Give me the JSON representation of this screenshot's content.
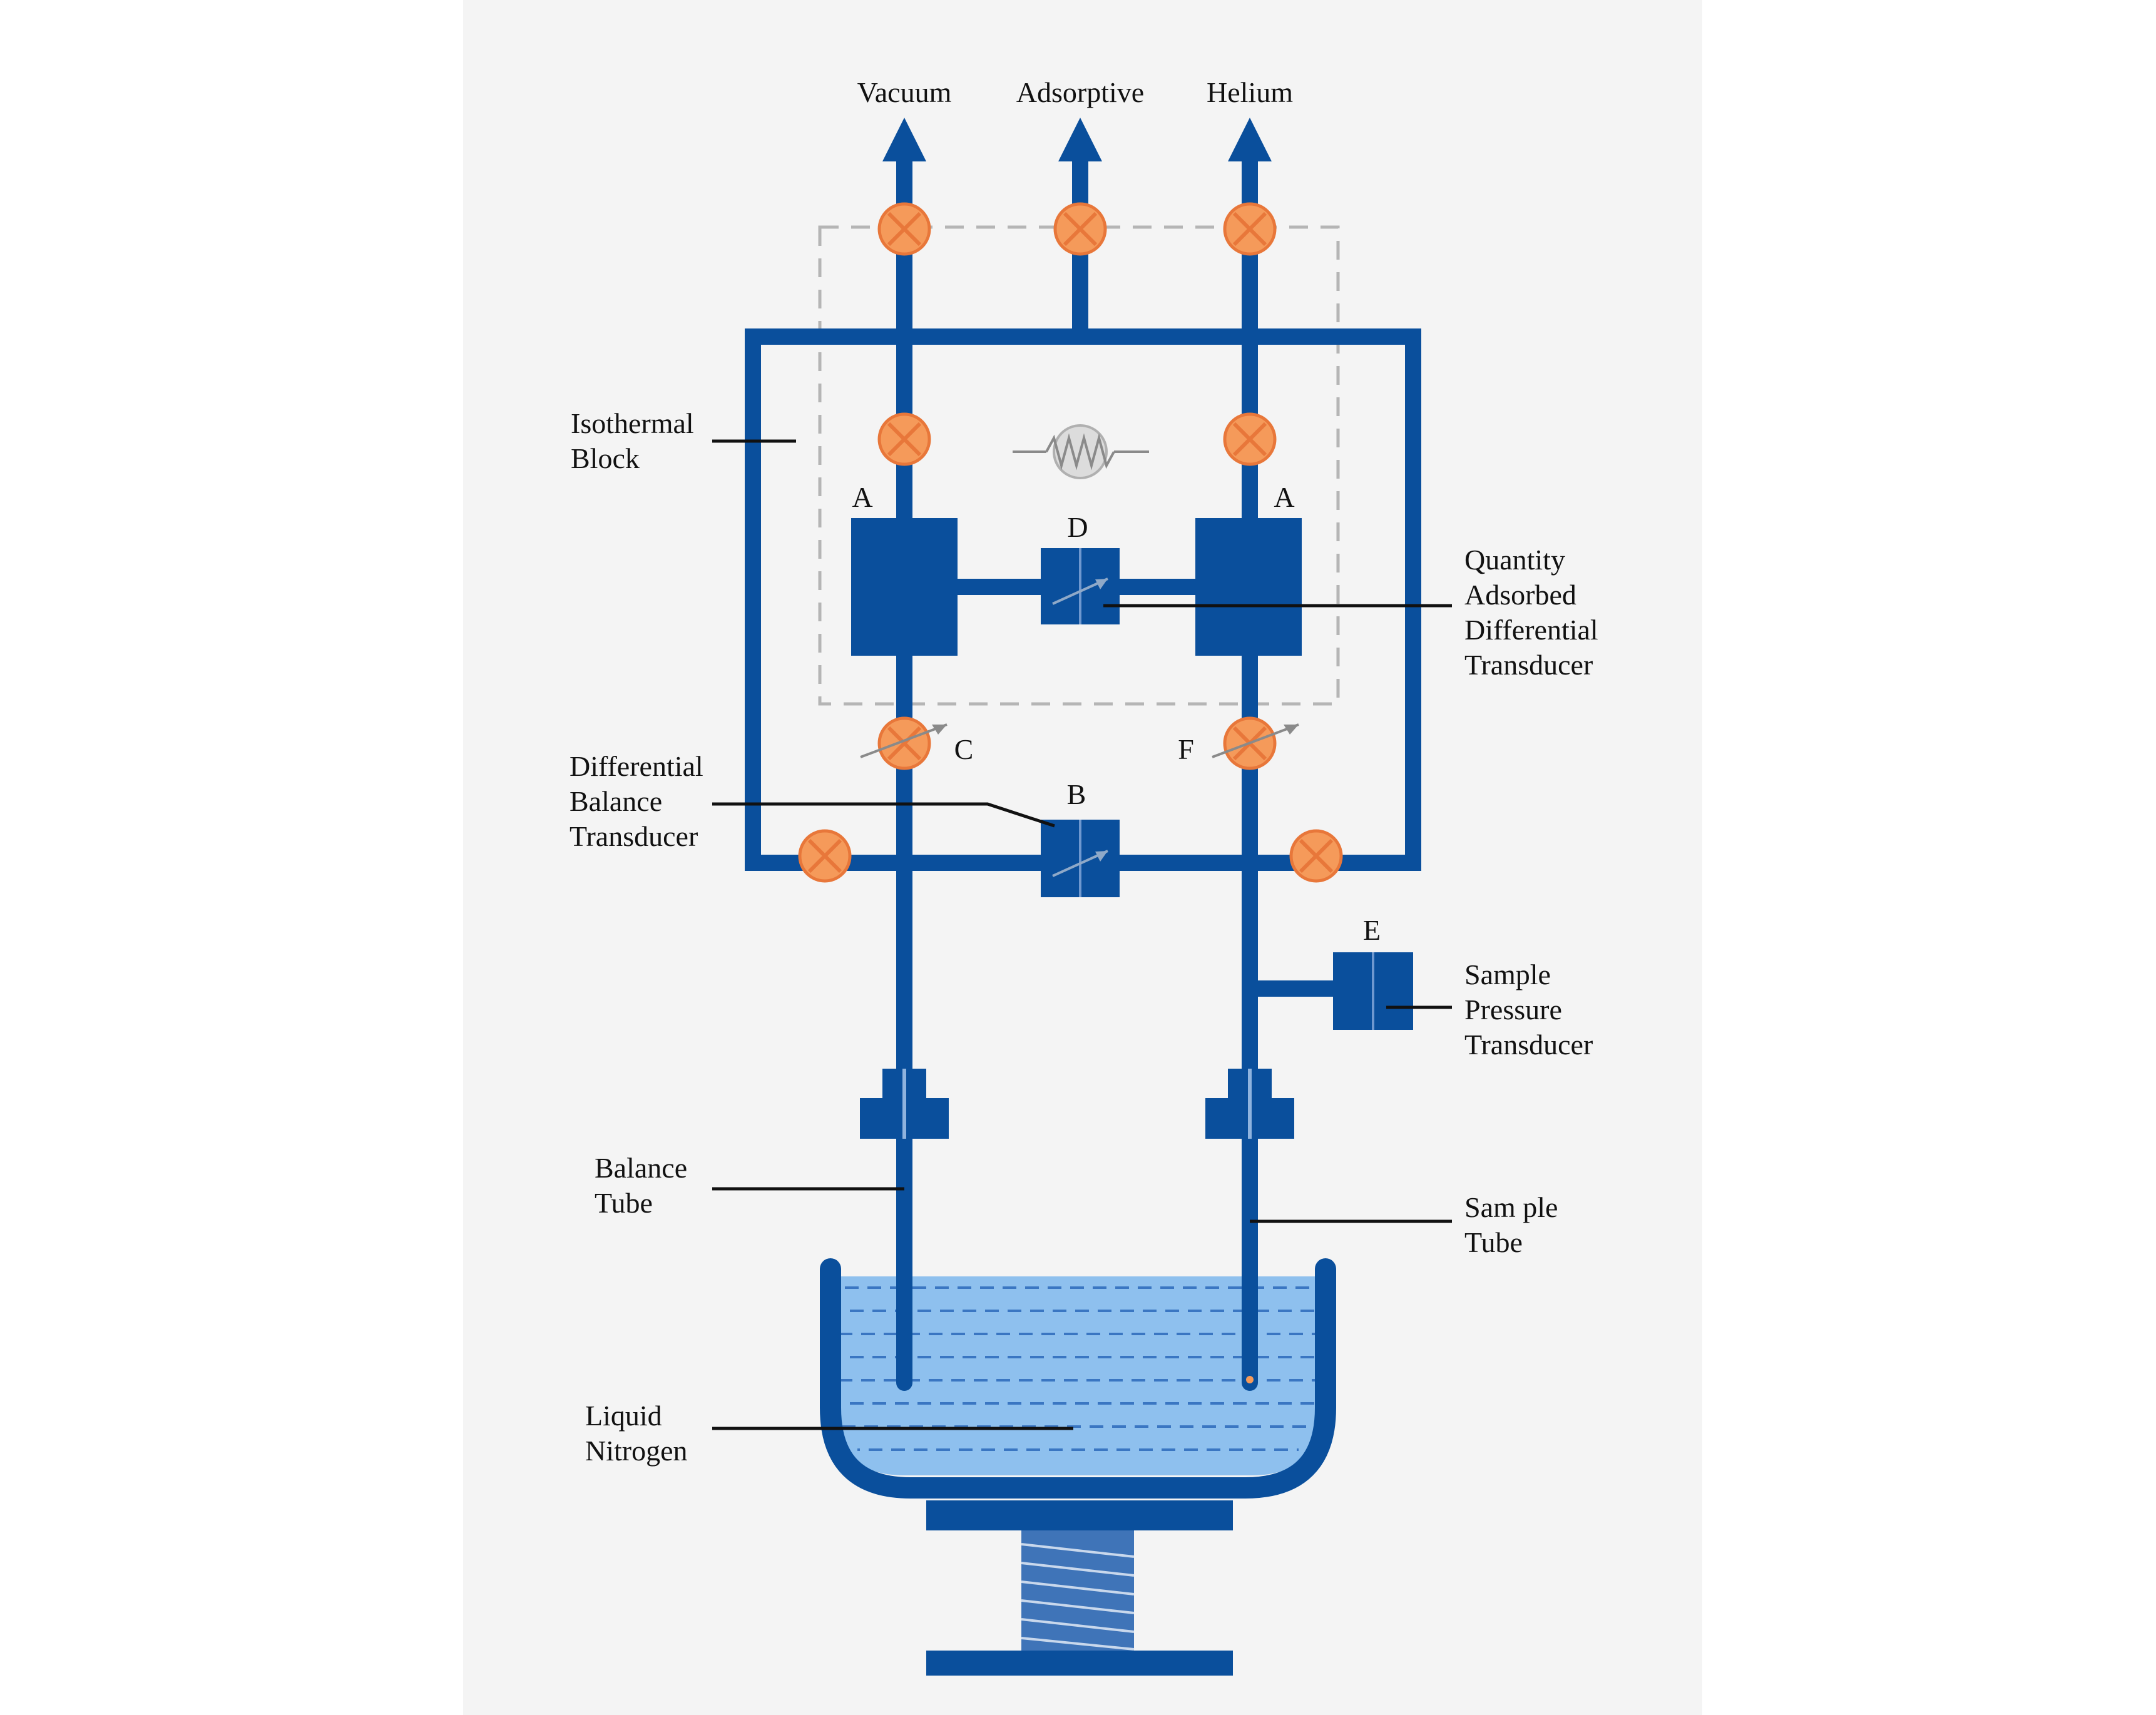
{
  "colors": {
    "page_background": "#ffffff",
    "panel_background": "#f4f4f4",
    "pipe_blue": "#0a4f9c",
    "valve_orange": "#f59a5a",
    "valve_outline": "#e8773a",
    "liquid_fill": "#8ec0ee",
    "liquid_dash": "#3a76c2",
    "dashed_box": "#b5b5b5",
    "leader_line": "#111111",
    "text": "#111111",
    "heater_gray": "#8a8a8a"
  },
  "top_labels": {
    "vacuum": "Vacuum",
    "adsorptive": "Adsorptive",
    "helium": "Helium"
  },
  "callouts": {
    "isothermal_block": [
      "Isothermal",
      "Block"
    ],
    "quantity_adsorbed": [
      "Quantity",
      "Adsorbed",
      "Differential",
      "Transducer"
    ],
    "differential_balance": [
      "Differential",
      "Balance",
      "Transducer"
    ],
    "sample_pressure": [
      "Sample",
      "Pressure",
      "Transducer"
    ],
    "balance_tube": [
      "Balance",
      "Tube"
    ],
    "sample_tube": [
      "Sam ple",
      "Tube"
    ],
    "liquid_nitrogen": [
      "Liquid",
      "Nitrogen"
    ]
  },
  "component_letters": {
    "left_reservoir": "A",
    "right_reservoir": "A",
    "quantity_transducer": "D",
    "left_metering_valve": "C",
    "right_metering_valve": "F",
    "balance_transducer": "B",
    "pressure_transducer": "E"
  },
  "icons": {
    "valve": "cross-circle-valve-icon",
    "metering_valve": "adjustable-valve-icon",
    "heater": "resistor-heater-icon",
    "transducer": "transducer-block-icon",
    "arrow": "up-arrow-icon"
  }
}
